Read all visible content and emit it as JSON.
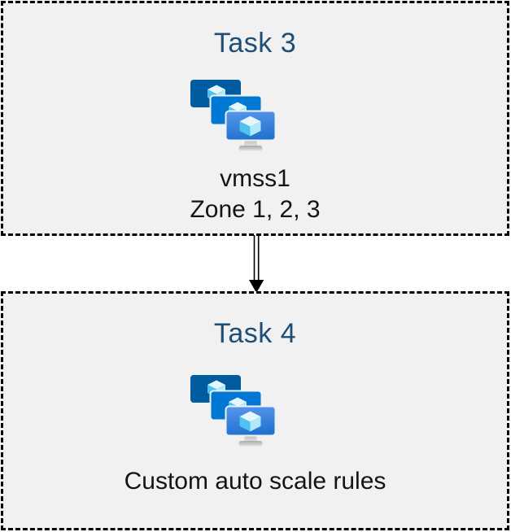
{
  "diagram": {
    "boxes": [
      {
        "title": "Task 3",
        "icon": "virtual-machine-scale-sets",
        "lines": [
          "vmss1",
          "Zone 1, 2, 3"
        ]
      },
      {
        "title": "Task 4",
        "icon": "virtual-machine-scale-sets",
        "lines": [
          "Custom auto scale rules"
        ]
      }
    ],
    "connector": {
      "type": "double-line-arrow",
      "direction": "down"
    },
    "colors": {
      "title_text": "#1E4E75",
      "body_text": "#141414",
      "box_fill": "#F1F1F1",
      "box_border": "#000000",
      "arrow": "#000000",
      "monitor_back": "#005BA1",
      "monitor_middle": "#0078D4",
      "monitor_front_top": "#5798EB",
      "monitor_front_bottom": "#2272D0",
      "cube_top": "#E4F7FD",
      "cube_left": "#4FC3EE",
      "cube_right": "#AFE9FA",
      "stand_top": "#A8A8A8",
      "stand_bottom": "#E3E3E3"
    }
  }
}
